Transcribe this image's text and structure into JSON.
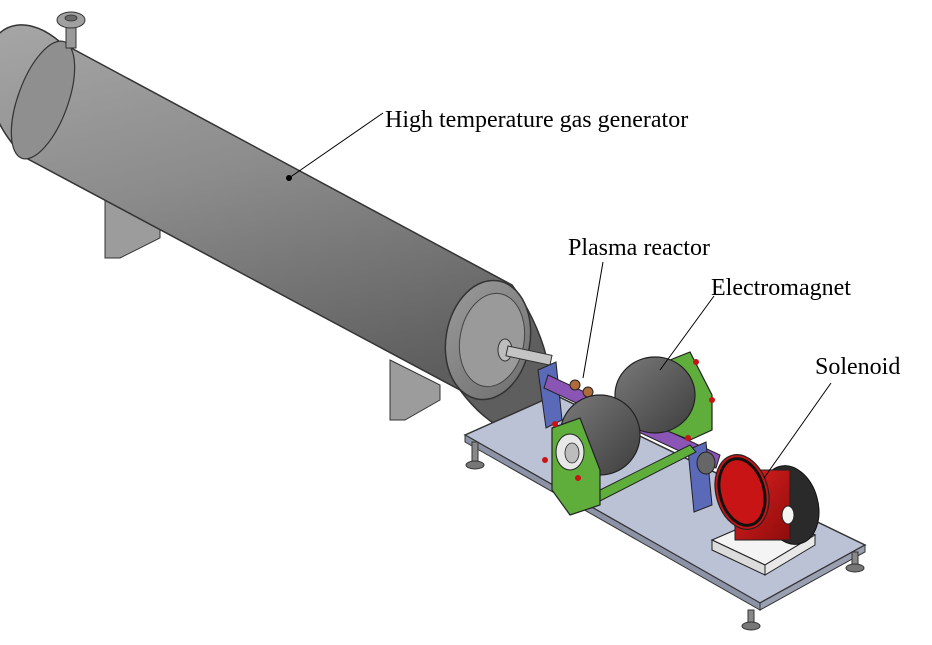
{
  "labels": {
    "generator": "High temperature gas generator",
    "plasma_reactor": "Plasma reactor",
    "electromagnet": "Electromagnet",
    "solenoid": "Solenoid"
  },
  "colors": {
    "cylinder": "#8a8a8a",
    "base_plate": "#bcc2d6",
    "support_green": "#5fae3c",
    "magnet_core": "#5a5a5a",
    "solenoid_red": "#c81414",
    "bracket_blue": "#5a6ab8",
    "rod_purple": "#8a55b5"
  }
}
